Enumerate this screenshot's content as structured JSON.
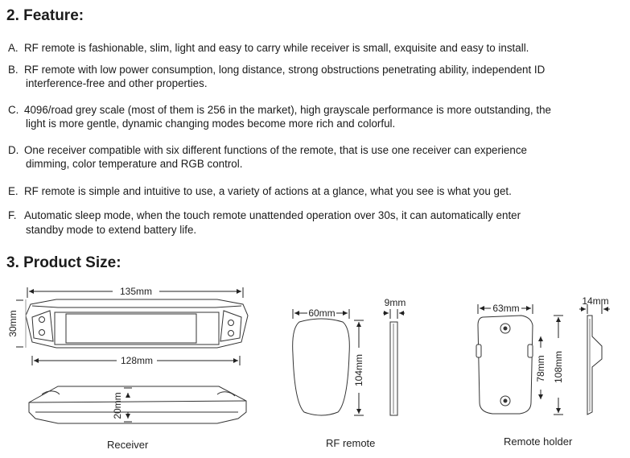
{
  "section2": {
    "title": "2. Feature:",
    "items": [
      {
        "label": "A.",
        "line1": "RF remote is fashionable, slim, light and easy to carry while receiver is small, exquisite and easy to install.",
        "line2": ""
      },
      {
        "label": "B.",
        "line1": "RF remote with low power consumption, long distance, strong obstructions penetrating ability, independent ID",
        "line2": "interference-free and other properties."
      },
      {
        "label": "C.",
        "line1": "4096/road grey scale (most of them is 256 in the market), high grayscale performance is more outstanding, the",
        "line2": "light is more gentle, dynamic changing modes become more rich and colorful."
      },
      {
        "label": "D.",
        "line1": "One receiver compatible with six different functions of the remote, that is use one receiver can experience",
        "line2": "dimming, color temperature and RGB control."
      },
      {
        "label": "E.",
        "line1": "RF remote is simple and intuitive to use, a variety of actions at a glance, what you see is  what you get.",
        "line2": ""
      },
      {
        "label": "F.",
        "line1": "Automatic sleep mode, when the touch remote unattended operation over 30s, it can automatically enter",
        "line2": "standby mode to extend battery life."
      }
    ]
  },
  "section3": {
    "title": "3. Product Size:",
    "receiver": {
      "width_outer": "135mm",
      "width_inner": "128mm",
      "height": "30mm",
      "depth": "20mm",
      "caption": "Receiver"
    },
    "rf_remote": {
      "width": "60mm",
      "thickness": "9mm",
      "height": "104mm",
      "caption": "RF remote"
    },
    "holder": {
      "width": "63mm",
      "thickness": "14mm",
      "inner_height": "78mm",
      "height": "108mm",
      "caption": "Remote holder"
    }
  }
}
